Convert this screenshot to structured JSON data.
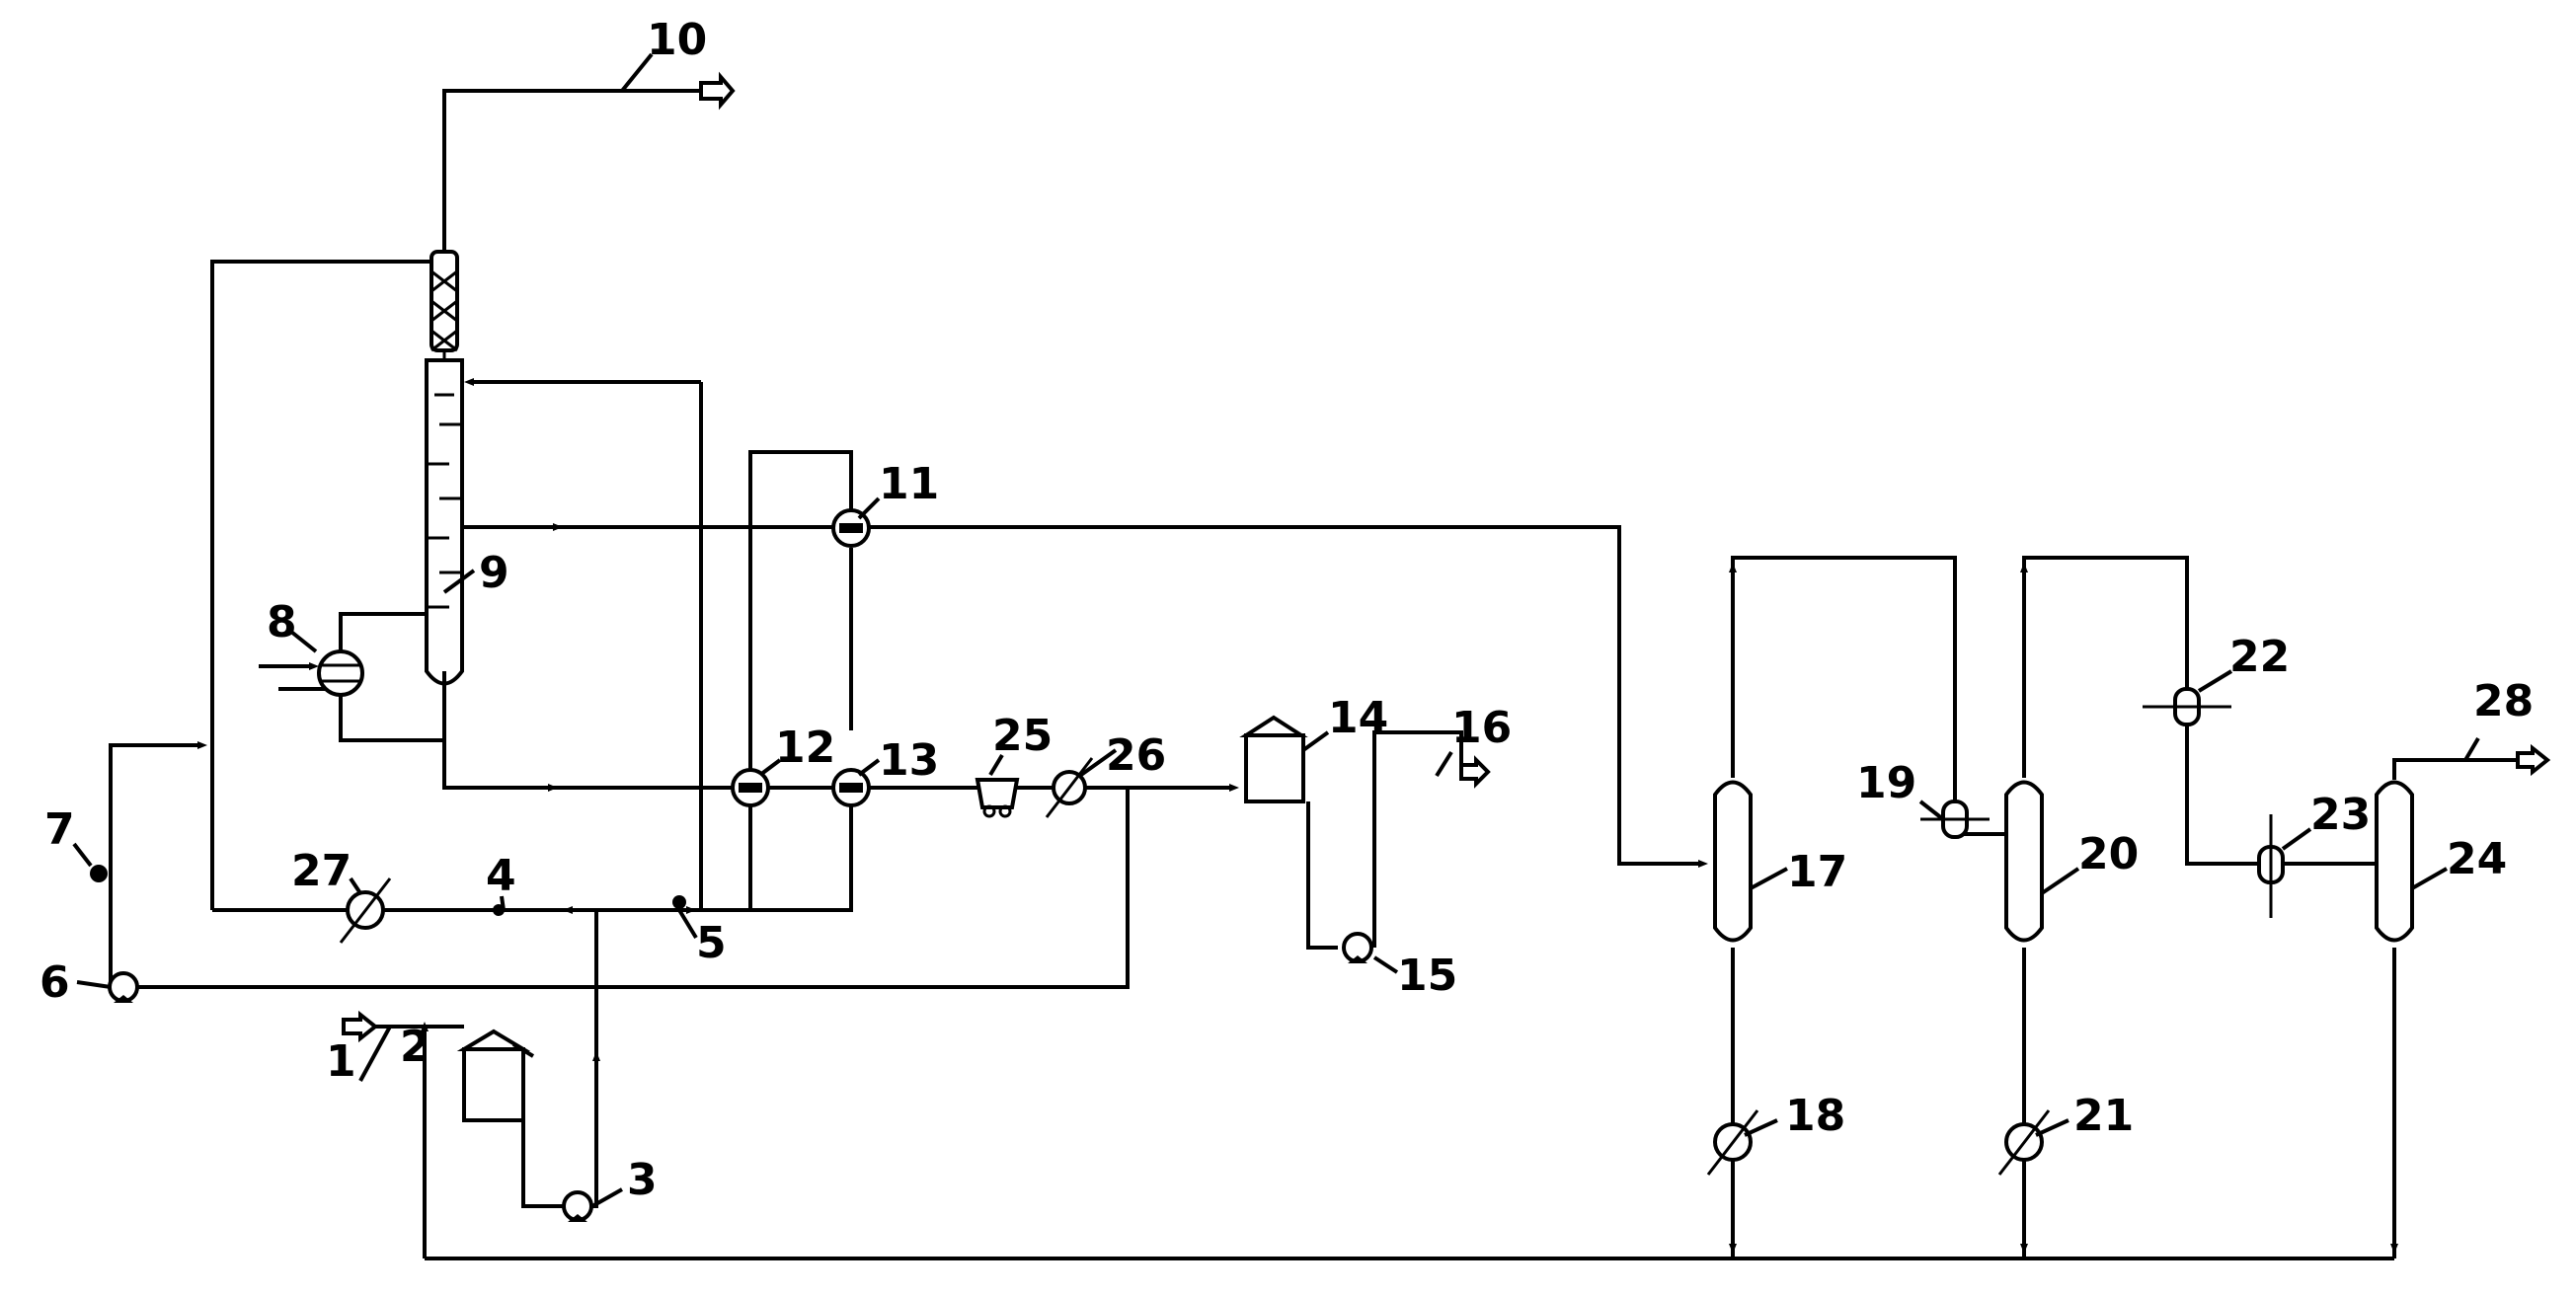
{
  "diagram": {
    "background": "#ffffff",
    "line_color": "#000000",
    "labels": {
      "l1": "1",
      "l2": "2",
      "l3": "3",
      "l4": "4",
      "l5": "5",
      "l6": "6",
      "l7": "7",
      "l8": "8",
      "l9": "9",
      "l10": "10",
      "l11": "11",
      "l12": "12",
      "l13": "13",
      "l14": "14",
      "l15": "15",
      "l16": "16",
      "l17": "17",
      "l18": "18",
      "l19": "19",
      "l20": "20",
      "l21": "21",
      "l22": "22",
      "l23": "23",
      "l24": "24",
      "l25": "25",
      "l26": "26",
      "l27": "27",
      "l28": "28"
    }
  }
}
